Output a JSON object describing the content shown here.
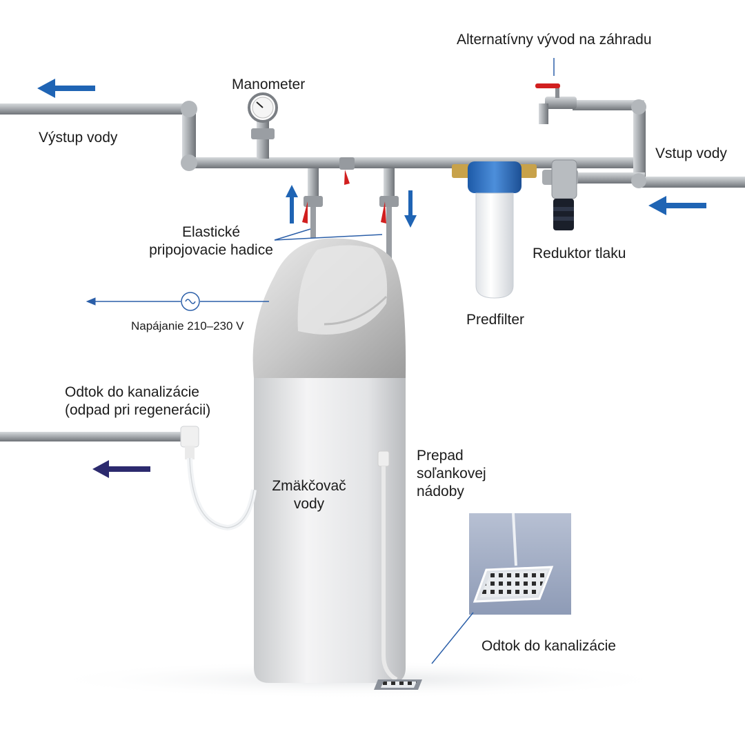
{
  "labels": {
    "vystup_vody": "Výstup vody",
    "manometer": "Manometer",
    "alternativny_vyvod": "Alternatívny vývod na záhradu",
    "vstup_vody": "Vstup vody",
    "elasticke_1": "Elastické",
    "elasticke_2": "pripojovacie hadice",
    "reduktor_tlaku": "Reduktor tlaku",
    "predfilter": "Predfilter",
    "napajanie": "Napájanie 210–230 V",
    "odtok_1": "Odtok do kanalizácie",
    "odtok_2": "(odpad pri regenerácii)",
    "zmakcovac_1": "Zmäkčovač",
    "zmakcovac_2": "vody",
    "prepad_1": "Prepad",
    "prepad_2": "soľankovej",
    "prepad_3": "nádoby",
    "odtok_kanal": "Odtok do kanalizácie"
  },
  "colors": {
    "flow_arrow": "#1f64b4",
    "drain_arrow": "#2c2a6e",
    "pipe": "#a3a7ab",
    "valve_handle": "#d11f1f",
    "filter_cap": "#2f6fc0",
    "leader_line": "#2a5ea8"
  }
}
